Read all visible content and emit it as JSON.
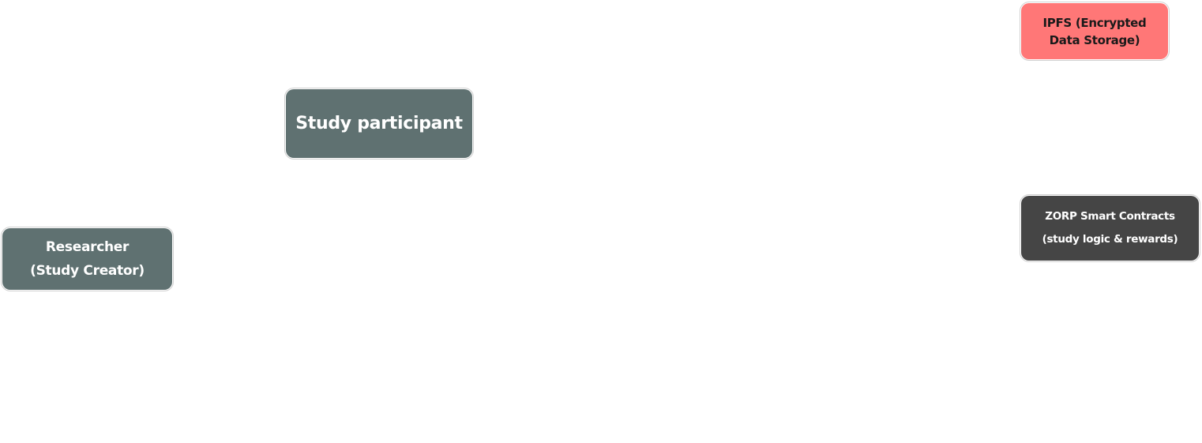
{
  "diagram": {
    "nodes": [
      {
        "id": "ipfs",
        "label": "IPFS (Encrypted Data Storage)",
        "color": "#ff7777"
      },
      {
        "id": "participant",
        "label": "Study participant",
        "color": "#5f7171"
      },
      {
        "id": "researcher",
        "label": "Researcher (Study Creator)",
        "color": "#5f7171"
      },
      {
        "id": "zorp",
        "label": "ZORP Smart Contracts (study logic & rewards)",
        "color": "#454545"
      }
    ]
  }
}
